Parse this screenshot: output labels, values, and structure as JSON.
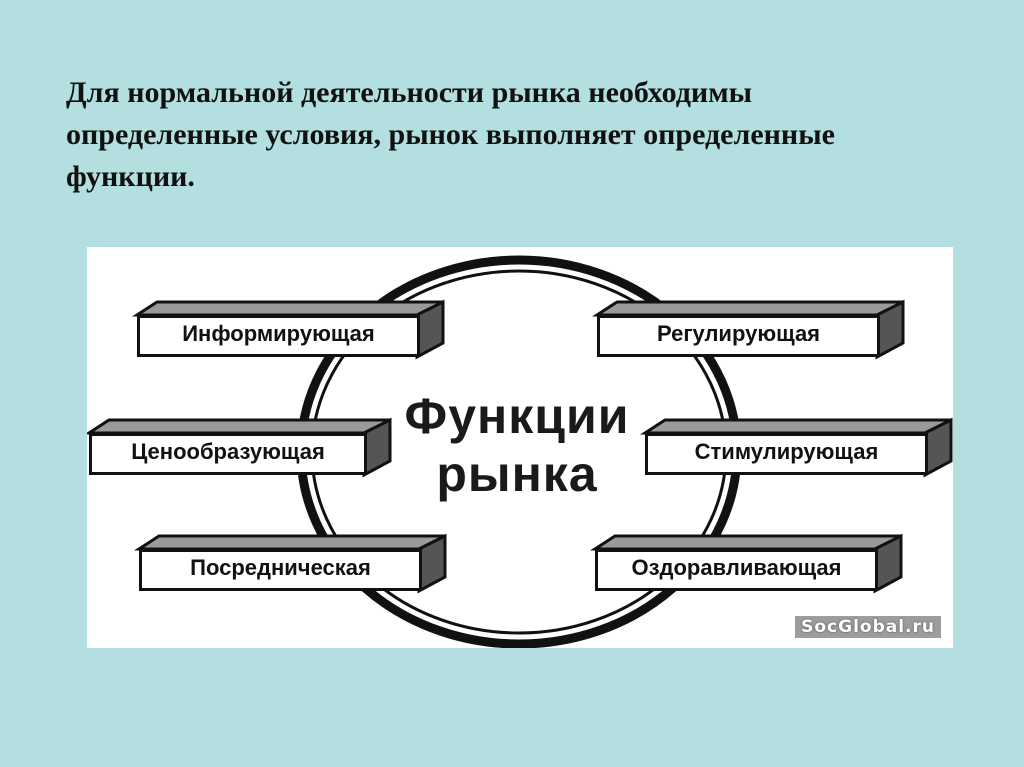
{
  "heading": {
    "line1": "Для нормальной деятельности рынка необходимы",
    "line2": "определенные условия, рынок  выполняет определенные",
    "line3": "функции."
  },
  "diagram": {
    "center": {
      "line1": "Функции",
      "line2": "рынка"
    },
    "functions": {
      "informing": "Информирующая",
      "regulating": "Регулирующая",
      "pricing": "Ценообразующая",
      "stimulating": "Стимулирующая",
      "intermediary": "Посредническая",
      "sanitizing": "Оздоравливающая"
    },
    "watermark": "SocGlobal.ru"
  }
}
